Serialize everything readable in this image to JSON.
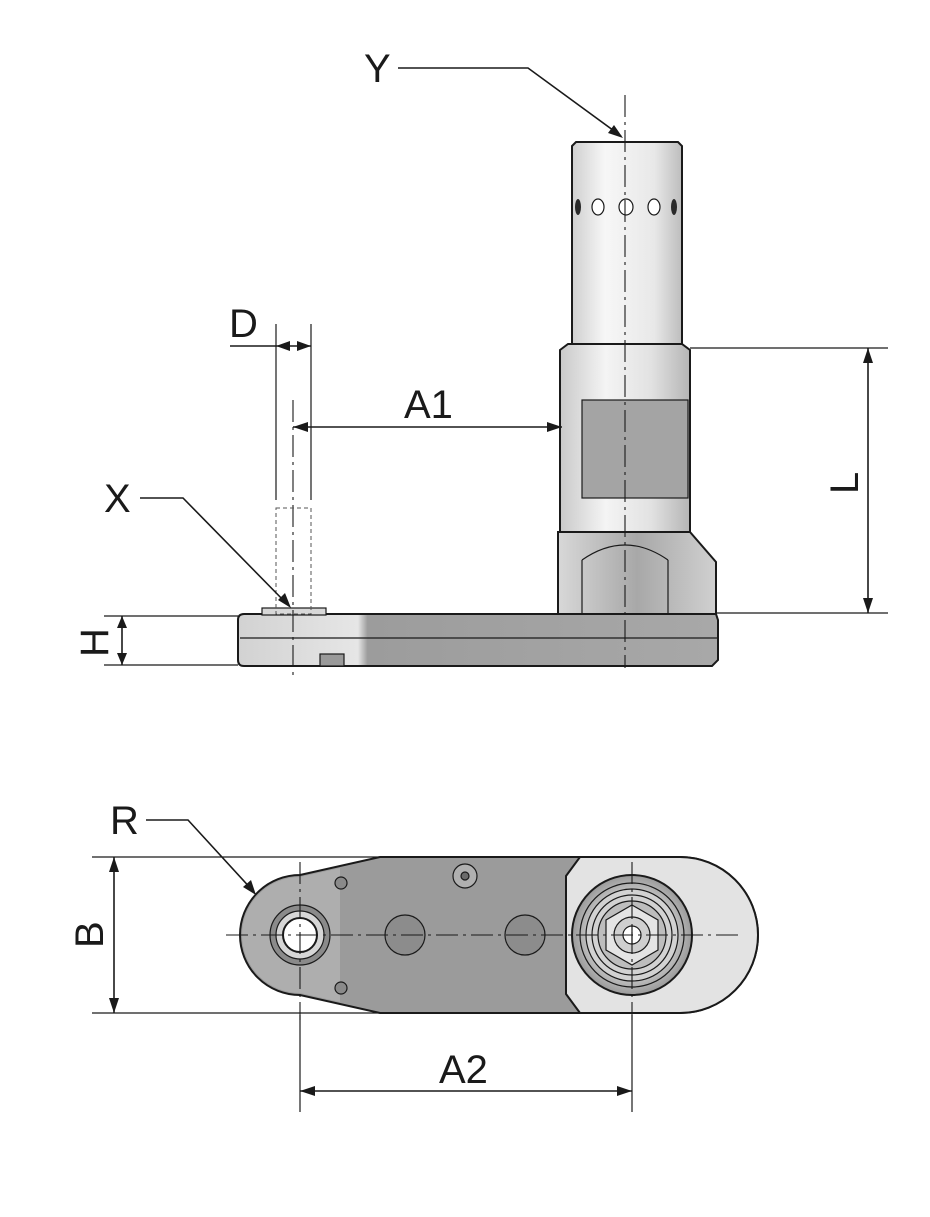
{
  "labels": {
    "y": "Y",
    "d": "D",
    "a1": "A1",
    "x": "X",
    "l": "L",
    "h": "H",
    "r": "R",
    "b": "B",
    "a2": "A2"
  },
  "colors": {
    "steel_light": "#e4e4e4",
    "steel_mid": "#c8c8c8",
    "steel_dark": "#8f8f8f",
    "line": "#1a1a1a"
  }
}
